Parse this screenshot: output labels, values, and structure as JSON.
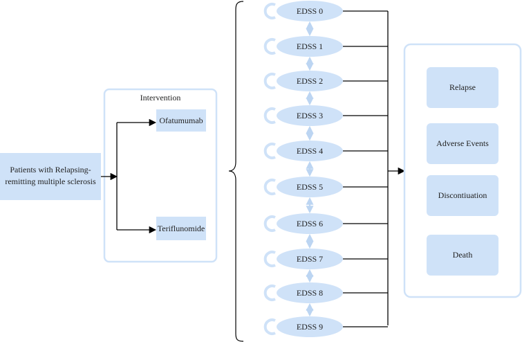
{
  "colors": {
    "box_fill": "#cfe2f8",
    "panel_border": "#cfe2f8",
    "state_fill": "#cfe2f8",
    "state_loop": "#cfe2f8",
    "connector": "#000000",
    "text": "#222222"
  },
  "patients": {
    "line1": "Patients with Relapsing-",
    "line2": "remitting multiple sclerosis"
  },
  "intervention": {
    "title": "Intervention",
    "arm1": "Ofatumumab",
    "arm2": "Teriflunomide"
  },
  "states": [
    "EDSS 0",
    "EDSS 1",
    "EDSS 2",
    "EDSS 3",
    "EDSS 4",
    "EDSS 5",
    "EDSS 6",
    "EDSS 7",
    "EDSS 8",
    "EDSS 9"
  ],
  "outcomes": [
    "Relapse",
    "Adverse Events",
    "Discontiuation",
    "Death"
  ],
  "icons": {
    "state_self_loop": "self-loop-icon",
    "state_transition": "double-arrow-icon",
    "flow_arrow": "arrow-right-icon"
  }
}
